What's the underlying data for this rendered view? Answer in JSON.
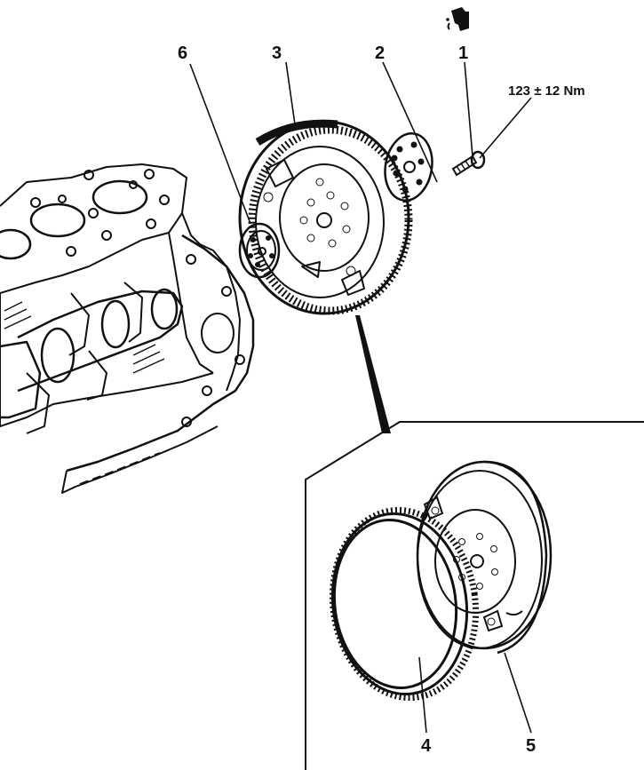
{
  "callouts": {
    "c1": "1",
    "c2": "2",
    "c3": "3",
    "c4": "4",
    "c5": "5",
    "c6": "6"
  },
  "torque_spec": "123 ± 12 Nm",
  "icons": {
    "lubricant": "oil-can-icon"
  },
  "colors": {
    "ink": "#111111",
    "paper": "#ffffff"
  }
}
